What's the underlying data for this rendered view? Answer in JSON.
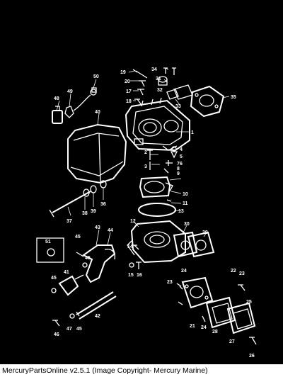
{
  "footer": {
    "text": "MercuryPartsOnline v2.5.1 (Image Copyright- Mercury Marine)"
  },
  "colors": {
    "background": "#000000",
    "linework": "#ffffff",
    "footer_bg": "#ffffff",
    "footer_text": "#000000"
  },
  "parts": [
    "1",
    "2",
    "3",
    "4",
    "5",
    "6",
    "7",
    "8",
    "9",
    "10",
    "11",
    "12",
    "13",
    "14",
    "15",
    "16",
    "17",
    "18",
    "19",
    "20",
    "21",
    "22",
    "23",
    "24",
    "25",
    "26",
    "27",
    "28",
    "29",
    "30",
    "31",
    "32",
    "33",
    "34",
    "35",
    "36",
    "37",
    "38",
    "39",
    "40",
    "41",
    "42",
    "43",
    "44",
    "45",
    "46",
    "47",
    "48",
    "49",
    "50",
    "51"
  ]
}
